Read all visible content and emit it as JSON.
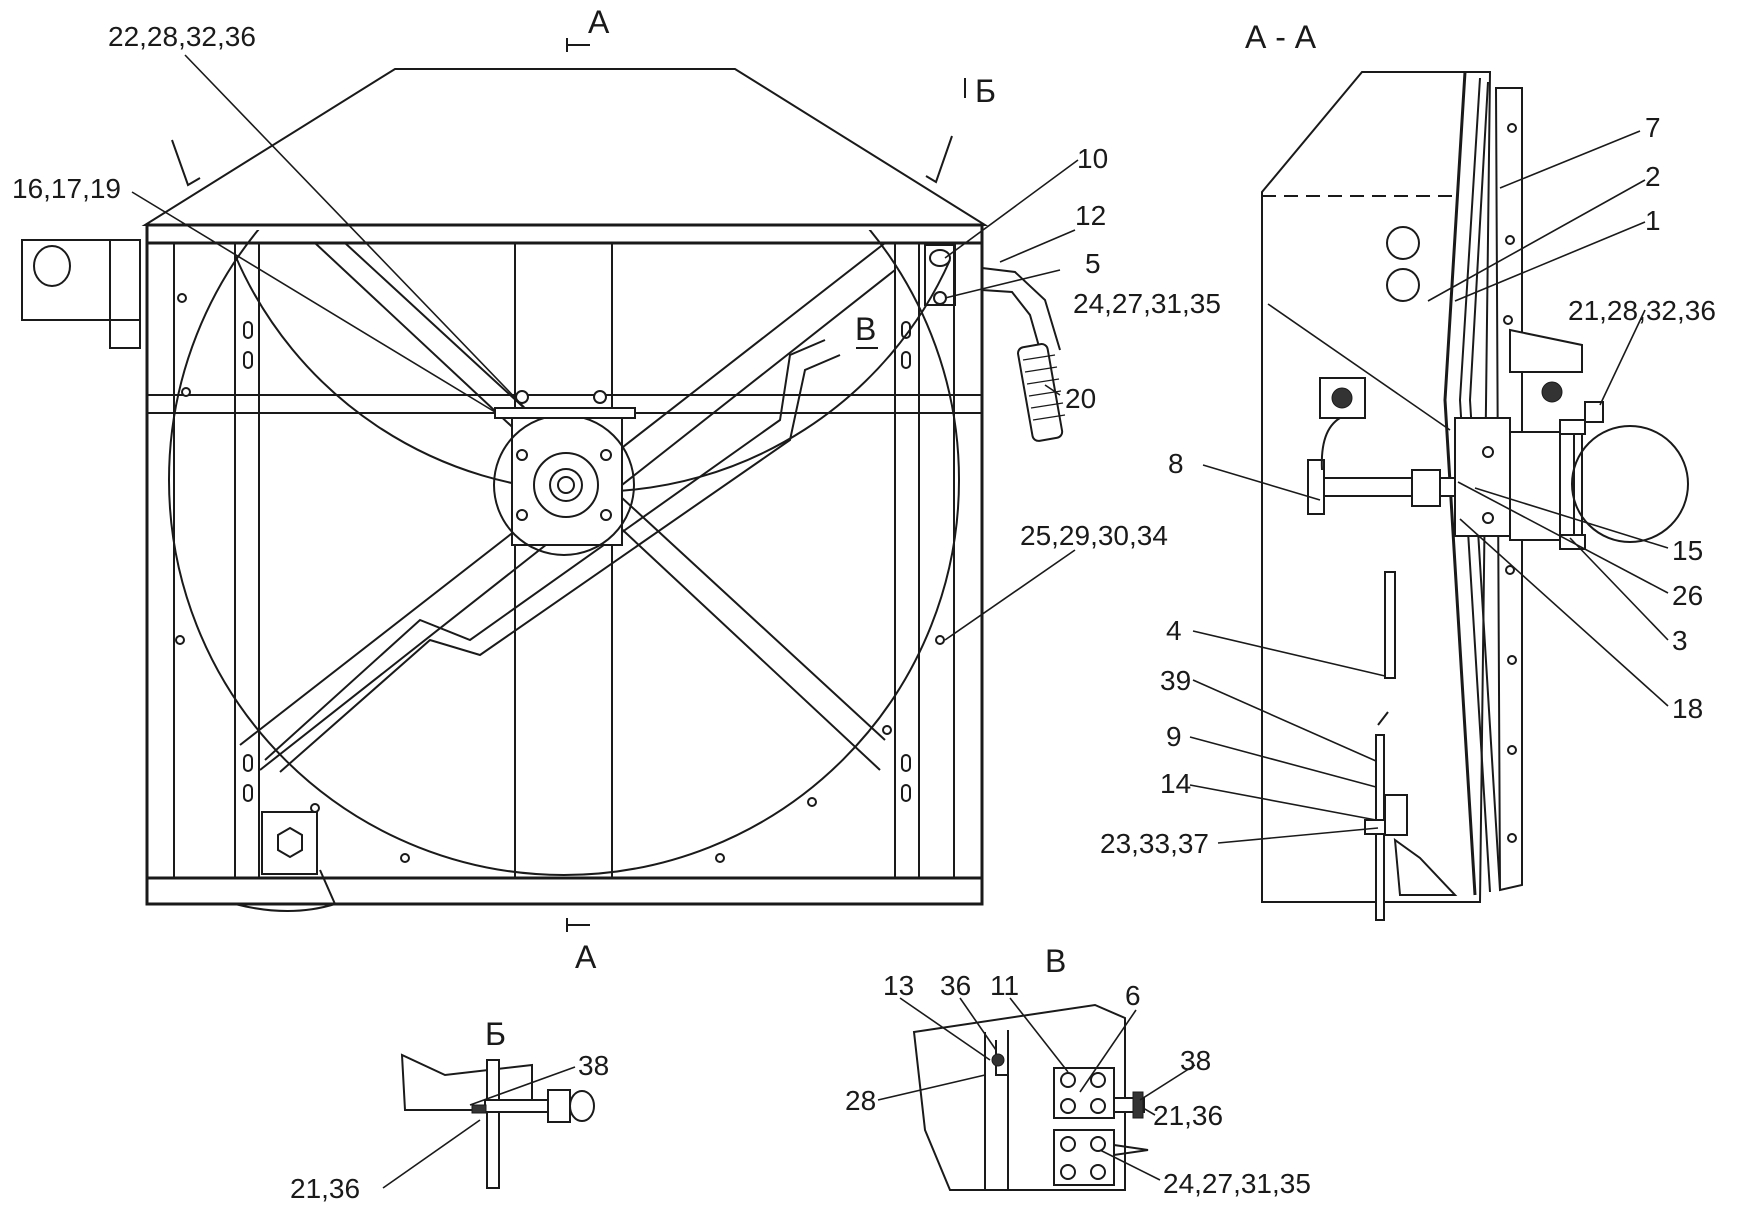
{
  "section_marks": {
    "top_a": "А",
    "bottom_a": "А",
    "b_mark": "Б",
    "v_mark": "В"
  },
  "view_titles": {
    "section_aa": "А - А",
    "view_b": "Б",
    "view_v": "В"
  },
  "front_view_labels": {
    "l_22_28_32_36": "22,28,32,36",
    "l_16_17_19": "16,17,19",
    "l_10": "10",
    "l_12": "12",
    "l_5": "5",
    "l_20": "20",
    "l_25_29_30_34": "25,29,30,34"
  },
  "section_labels": {
    "l_7": "7",
    "l_2": "2",
    "l_1": "1",
    "l_24_27_31_35": "24,27,31,35",
    "l_21_28_32_36": "21,28,32,36",
    "l_8": "8",
    "l_15": "15",
    "l_26": "26",
    "l_3": "3",
    "l_18": "18",
    "l_4": "4",
    "l_39": "39",
    "l_9": "9",
    "l_14": "14",
    "l_23_33_37": "23,33,37"
  },
  "view_b_labels": {
    "l_38": "38",
    "l_21_36": "21,36"
  },
  "view_v_labels": {
    "l_13": "13",
    "l_36": "36",
    "l_11": "11",
    "l_6": "6",
    "l_38": "38",
    "l_28": "28",
    "l_21_36": "21,36",
    "l_24_27_31_35": "24,27,31,35"
  }
}
